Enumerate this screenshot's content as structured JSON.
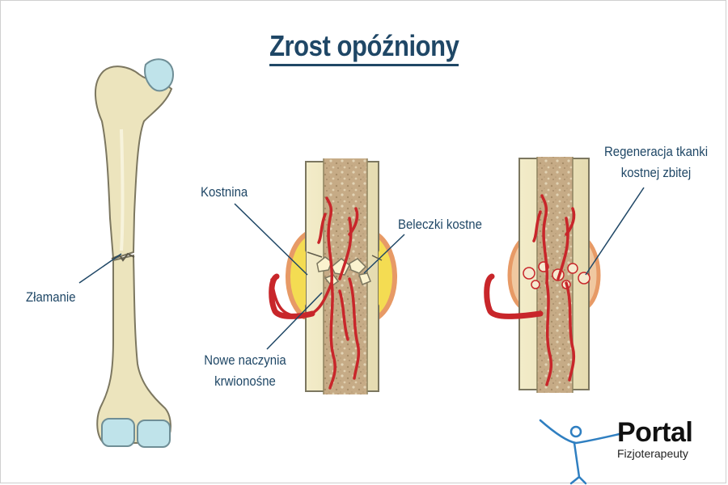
{
  "title": "Zrost opóźniony",
  "labels": {
    "fracture": "Złamanie",
    "callus": "Kostnina",
    "trabeculae": "Beleczki kostne",
    "new_vessels_line1": "Nowe naczynia",
    "new_vessels_line2": "krwionośne",
    "regeneration_line1": "Regeneracja tkanki",
    "regeneration_line2": "kostnej zbitej"
  },
  "logo": {
    "main": "Portal",
    "sub": "Fizjoterapeuty",
    "icon": "person-arms-raised-icon"
  },
  "colors": {
    "title": "#1f4766",
    "bone": "#ece4bd",
    "bone_outline": "#7c7760",
    "cartilage": "#bfe3ea",
    "marrow": "#c9b08d",
    "vessel": "#c8262a",
    "callus": "#f4dc52",
    "callus_edge": "#f2a978"
  }
}
